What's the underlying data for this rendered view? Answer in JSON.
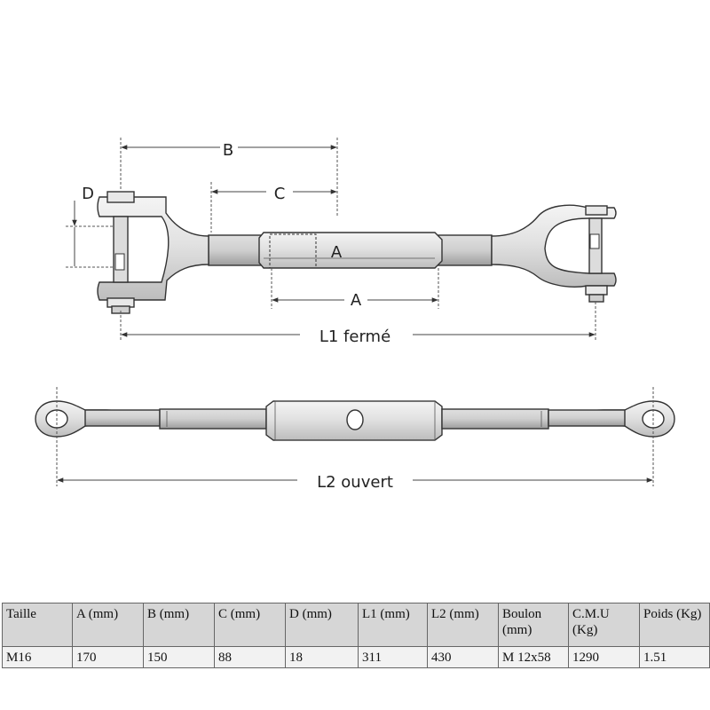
{
  "diagram": {
    "labels": {
      "B": "B",
      "C": "C",
      "D": "D",
      "A_body": "A",
      "A_dim": "A",
      "L1": "L1 fermé",
      "L2": "L2 ouvert"
    }
  },
  "table": {
    "headers": [
      "Taille",
      "A (mm)",
      "B (mm)",
      "C (mm)",
      "D (mm)",
      "L1 (mm)",
      "L2 (mm)",
      "Boulon (mm)",
      "C.M.U (Kg)",
      "Poids (Kg)"
    ],
    "rows": [
      [
        "M16",
        "170",
        "150",
        "88",
        "18",
        "311",
        "430",
        "M 12x58",
        "1290",
        "1.51"
      ]
    ]
  }
}
